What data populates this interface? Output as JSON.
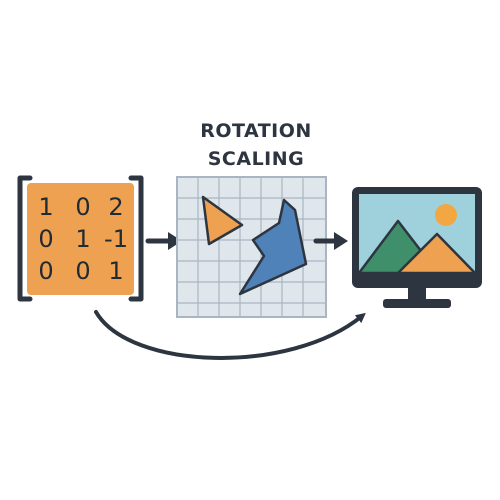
{
  "captions": {
    "line1": "ROTATION",
    "line2": "SCALING"
  },
  "matrix": {
    "rows": [
      [
        "1",
        "0",
        "2"
      ],
      [
        "0",
        "1",
        "-1"
      ],
      [
        "0",
        "0",
        "1"
      ]
    ]
  },
  "icons": {
    "matrix": "transformation-matrix-icon",
    "grid": "transformed-shapes-grid-icon",
    "monitor": "monitor-image-icon",
    "arrow": "right-arrow-icon",
    "curve": "curved-arrow-icon"
  },
  "colors": {
    "matrix_fill": "#eea251",
    "bracket": "#2d3540",
    "grid_fill": "#dfe6ec",
    "grid_line": "#a9b6c1",
    "triangle": "#eea251",
    "polygon": "#4f82b8",
    "monitor_frame": "#2d3540",
    "sky": "#9fd1dc",
    "sun": "#f2a743",
    "mountain_back": "#3f8f6a",
    "mountain_front": "#eea251"
  }
}
